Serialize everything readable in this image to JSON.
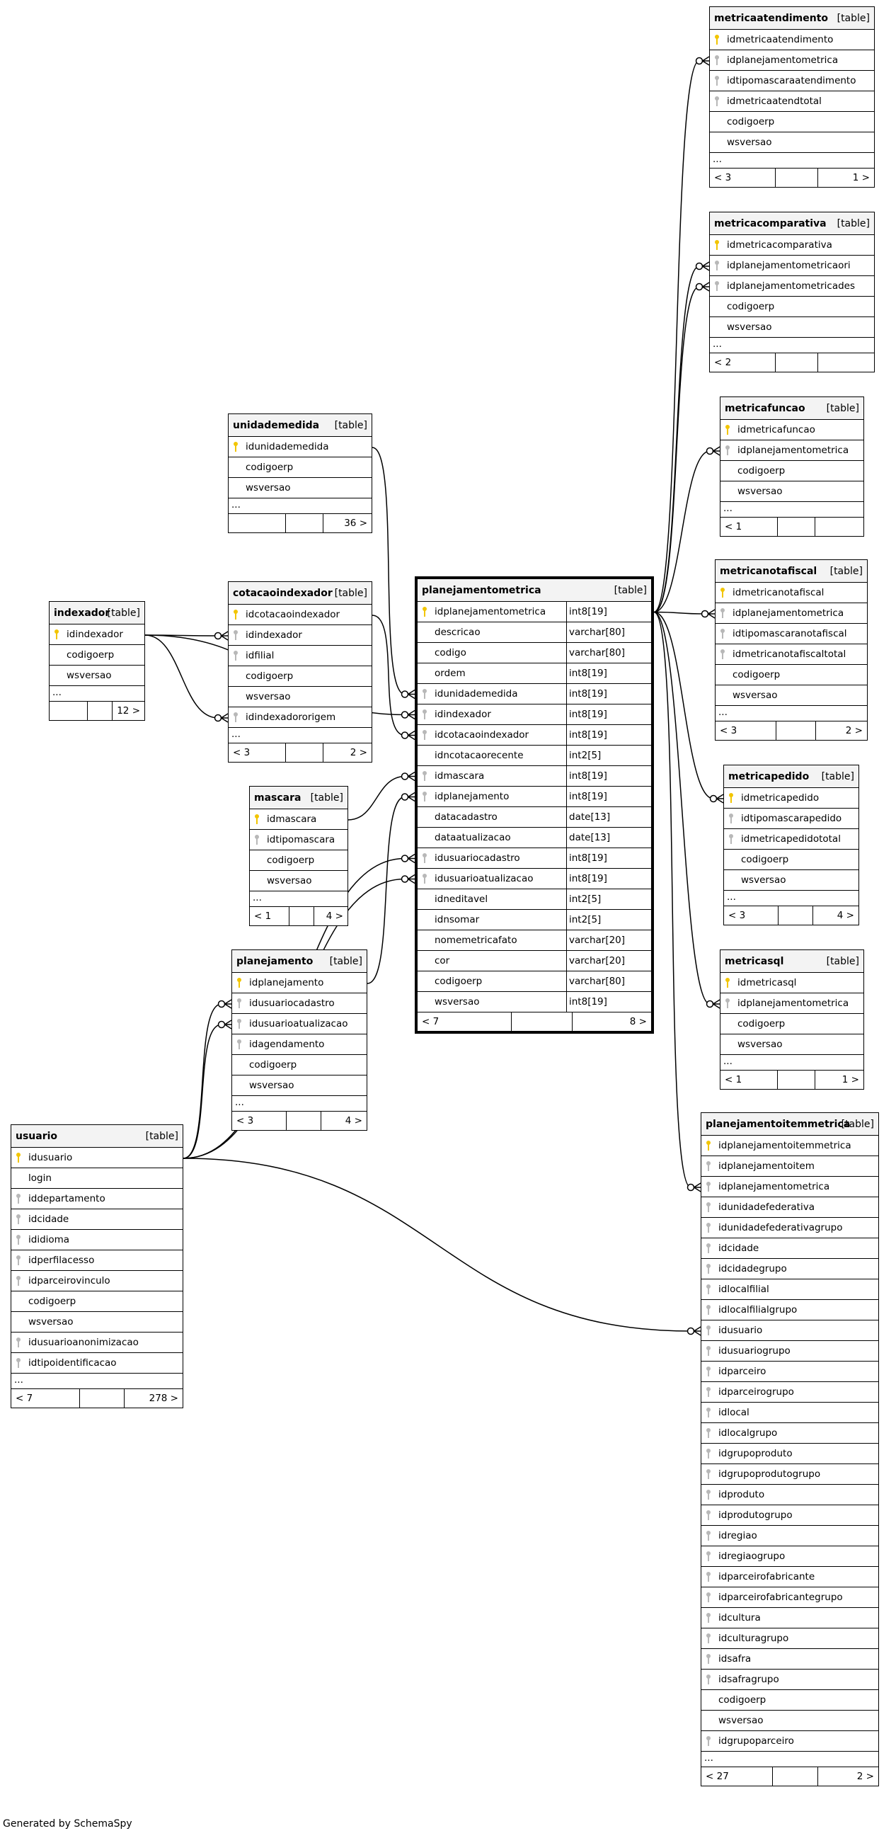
{
  "footer_text": "Generated by SchemaSpy",
  "colors": {
    "primary_key": "#f2c500",
    "foreign_key": "#b8b8b8",
    "header_bg": "#f3f3f3",
    "lines": "#000000"
  },
  "tables": [
    {
      "id": "metricaatendimento",
      "name": "metricaatendimento",
      "kind": "[table]",
      "columns": [
        {
          "name": "idmetricaatendimento",
          "key": "pk"
        },
        {
          "name": "idplanejamentometrica",
          "key": "fk"
        },
        {
          "name": "idtipomascaraatendimento",
          "key": "fk"
        },
        {
          "name": "idmetricaatendtotal",
          "key": "fk"
        },
        {
          "name": "codigoerp",
          "key": ""
        },
        {
          "name": "wsversao",
          "key": ""
        }
      ],
      "more": "...",
      "footer": [
        "< 3",
        "",
        "1 >"
      ]
    },
    {
      "id": "metricacomparativa",
      "name": "metricacomparativa",
      "kind": "[table]",
      "columns": [
        {
          "name": "idmetricacomparativa",
          "key": "pk"
        },
        {
          "name": "idplanejamentometricaori",
          "key": "fk"
        },
        {
          "name": "idplanejamentometricades",
          "key": "fk"
        },
        {
          "name": "codigoerp",
          "key": ""
        },
        {
          "name": "wsversao",
          "key": ""
        }
      ],
      "more": "...",
      "footer": [
        "< 2",
        "",
        ""
      ]
    },
    {
      "id": "metricafuncao",
      "name": "metricafuncao",
      "kind": "[table]",
      "columns": [
        {
          "name": "idmetricafuncao",
          "key": "pk"
        },
        {
          "name": "idplanejamentometrica",
          "key": "fk"
        },
        {
          "name": "codigoerp",
          "key": ""
        },
        {
          "name": "wsversao",
          "key": ""
        }
      ],
      "more": "...",
      "footer": [
        "< 1",
        "",
        ""
      ]
    },
    {
      "id": "metricanotafiscal",
      "name": "metricanotafiscal",
      "kind": "[table]",
      "columns": [
        {
          "name": "idmetricanotafiscal",
          "key": "pk"
        },
        {
          "name": "idplanejamentometrica",
          "key": "fk"
        },
        {
          "name": "idtipomascaranotafiscal",
          "key": "fk"
        },
        {
          "name": "idmetricanotafiscaltotal",
          "key": "fk"
        },
        {
          "name": "codigoerp",
          "key": ""
        },
        {
          "name": "wsversao",
          "key": ""
        }
      ],
      "more": "...",
      "footer": [
        "< 3",
        "",
        "2 >"
      ]
    },
    {
      "id": "metricapedido",
      "name": "metricapedido",
      "kind": "[table]",
      "columns": [
        {
          "name": "idmetricapedido",
          "key": "pk"
        },
        {
          "name": "idtipomascarapedido",
          "key": "fk"
        },
        {
          "name": "idmetricapedidototal",
          "key": "fk"
        },
        {
          "name": "codigoerp",
          "key": ""
        },
        {
          "name": "wsversao",
          "key": ""
        }
      ],
      "more": "...",
      "footer": [
        "< 3",
        "",
        "4 >"
      ]
    },
    {
      "id": "metricasql",
      "name": "metricasql",
      "kind": "[table]",
      "columns": [
        {
          "name": "idmetricasql",
          "key": "pk"
        },
        {
          "name": "idplanejamentometrica",
          "key": "fk"
        },
        {
          "name": "codigoerp",
          "key": ""
        },
        {
          "name": "wsversao",
          "key": ""
        }
      ],
      "more": "...",
      "footer": [
        "< 1",
        "",
        "1 >"
      ]
    },
    {
      "id": "planejamentoitemmetrica",
      "name": "planejamentoitemmetrica",
      "kind": "[table]",
      "columns": [
        {
          "name": "idplanejamentoitemmetrica",
          "key": "pk"
        },
        {
          "name": "idplanejamentoitem",
          "key": "fk"
        },
        {
          "name": "idplanejamentometrica",
          "key": "fk"
        },
        {
          "name": "idunidadefederativa",
          "key": "fk"
        },
        {
          "name": "idunidadefederativagrupo",
          "key": "fk"
        },
        {
          "name": "idcidade",
          "key": "fk"
        },
        {
          "name": "idcidadegrupo",
          "key": "fk"
        },
        {
          "name": "idlocalfilial",
          "key": "fk"
        },
        {
          "name": "idlocalfilialgrupo",
          "key": "fk"
        },
        {
          "name": "idusuario",
          "key": "fk"
        },
        {
          "name": "idusuariogrupo",
          "key": "fk"
        },
        {
          "name": "idparceiro",
          "key": "fk"
        },
        {
          "name": "idparceirogrupo",
          "key": "fk"
        },
        {
          "name": "idlocal",
          "key": "fk"
        },
        {
          "name": "idlocalgrupo",
          "key": "fk"
        },
        {
          "name": "idgrupoproduto",
          "key": "fk"
        },
        {
          "name": "idgrupoprodutogrupo",
          "key": "fk"
        },
        {
          "name": "idproduto",
          "key": "fk"
        },
        {
          "name": "idprodutogrupo",
          "key": "fk"
        },
        {
          "name": "idregiao",
          "key": "fk"
        },
        {
          "name": "idregiaogrupo",
          "key": "fk"
        },
        {
          "name": "idparceirofabricante",
          "key": "fk"
        },
        {
          "name": "idparceirofabricantegrupo",
          "key": "fk"
        },
        {
          "name": "idcultura",
          "key": "fk"
        },
        {
          "name": "idculturagrupo",
          "key": "fk"
        },
        {
          "name": "idsafra",
          "key": "fk"
        },
        {
          "name": "idsafragrupo",
          "key": "fk"
        },
        {
          "name": "codigoerp",
          "key": ""
        },
        {
          "name": "wsversao",
          "key": ""
        },
        {
          "name": "idgrupoparceiro",
          "key": "fk"
        }
      ],
      "more": "...",
      "footer": [
        "< 27",
        "",
        "2 >"
      ]
    },
    {
      "id": "unidademedida",
      "name": "unidademedida",
      "kind": "[table]",
      "columns": [
        {
          "name": "idunidademedida",
          "key": "pk"
        },
        {
          "name": "codigoerp",
          "key": ""
        },
        {
          "name": "wsversao",
          "key": ""
        }
      ],
      "more": "...",
      "footer": [
        "",
        "",
        "36 >"
      ]
    },
    {
      "id": "cotacaoindexador",
      "name": "cotacaoindexador",
      "kind": "[table]",
      "columns": [
        {
          "name": "idcotacaoindexador",
          "key": "pk"
        },
        {
          "name": "idindexador",
          "key": "fk"
        },
        {
          "name": "idfilial",
          "key": "fk"
        },
        {
          "name": "codigoerp",
          "key": ""
        },
        {
          "name": "wsversao",
          "key": ""
        },
        {
          "name": "idindexadororigem",
          "key": "fk"
        }
      ],
      "more": "...",
      "footer": [
        "< 3",
        "",
        "2 >"
      ]
    },
    {
      "id": "indexador",
      "name": "indexador",
      "kind": "[table]",
      "columns": [
        {
          "name": "idindexador",
          "key": "pk"
        },
        {
          "name": "codigoerp",
          "key": ""
        },
        {
          "name": "wsversao",
          "key": ""
        }
      ],
      "more": "...",
      "footer": [
        "",
        "",
        "12 >"
      ]
    },
    {
      "id": "mascara",
      "name": "mascara",
      "kind": "[table]",
      "columns": [
        {
          "name": "idmascara",
          "key": "pk"
        },
        {
          "name": "idtipomascara",
          "key": "fk"
        },
        {
          "name": "codigoerp",
          "key": ""
        },
        {
          "name": "wsversao",
          "key": ""
        }
      ],
      "more": "...",
      "footer": [
        "< 1",
        "",
        "4 >"
      ]
    },
    {
      "id": "planejamento",
      "name": "planejamento",
      "kind": "[table]",
      "columns": [
        {
          "name": "idplanejamento",
          "key": "pk"
        },
        {
          "name": "idusuariocadastro",
          "key": "fk"
        },
        {
          "name": "idusuarioatualizacao",
          "key": "fk"
        },
        {
          "name": "idagendamento",
          "key": "fk"
        },
        {
          "name": "codigoerp",
          "key": ""
        },
        {
          "name": "wsversao",
          "key": ""
        }
      ],
      "more": "...",
      "footer": [
        "< 3",
        "",
        "4 >"
      ]
    },
    {
      "id": "usuario",
      "name": "usuario",
      "kind": "[table]",
      "columns": [
        {
          "name": "idusuario",
          "key": "pk"
        },
        {
          "name": "login",
          "key": ""
        },
        {
          "name": "iddepartamento",
          "key": "fk"
        },
        {
          "name": "idcidade",
          "key": "fk"
        },
        {
          "name": "ididioma",
          "key": "fk"
        },
        {
          "name": "idperfilacesso",
          "key": "fk"
        },
        {
          "name": "idparceirovinculo",
          "key": "fk"
        },
        {
          "name": "codigoerp",
          "key": ""
        },
        {
          "name": "wsversao",
          "key": ""
        },
        {
          "name": "idusuarioanonimizacao",
          "key": "fk"
        },
        {
          "name": "idtipoidentificacao",
          "key": "fk"
        }
      ],
      "more": "...",
      "footer": [
        "< 7",
        "",
        "278 >"
      ]
    },
    {
      "id": "planejamentometrica",
      "name": "planejamentometrica",
      "kind": "[table]",
      "focus": true,
      "columns": [
        {
          "name": "idplanejamentometrica",
          "key": "pk",
          "type": "int8[19]"
        },
        {
          "name": "descricao",
          "key": "",
          "type": "varchar[80]"
        },
        {
          "name": "codigo",
          "key": "",
          "type": "varchar[80]"
        },
        {
          "name": "ordem",
          "key": "",
          "type": "int8[19]"
        },
        {
          "name": "idunidademedida",
          "key": "fk",
          "type": "int8[19]"
        },
        {
          "name": "idindexador",
          "key": "fk",
          "type": "int8[19]"
        },
        {
          "name": "idcotacaoindexador",
          "key": "fk",
          "type": "int8[19]"
        },
        {
          "name": "idncotacaorecente",
          "key": "",
          "type": "int2[5]"
        },
        {
          "name": "idmascara",
          "key": "fk",
          "type": "int8[19]"
        },
        {
          "name": "idplanejamento",
          "key": "fk",
          "type": "int8[19]"
        },
        {
          "name": "datacadastro",
          "key": "",
          "type": "date[13]"
        },
        {
          "name": "dataatualizacao",
          "key": "",
          "type": "date[13]"
        },
        {
          "name": "idusuariocadastro",
          "key": "fk",
          "type": "int8[19]"
        },
        {
          "name": "idusuarioatualizacao",
          "key": "fk",
          "type": "int8[19]"
        },
        {
          "name": "idneditavel",
          "key": "",
          "type": "int2[5]"
        },
        {
          "name": "idnsomar",
          "key": "",
          "type": "int2[5]"
        },
        {
          "name": "nomemetricafato",
          "key": "",
          "type": "varchar[20]"
        },
        {
          "name": "cor",
          "key": "",
          "type": "varchar[20]"
        },
        {
          "name": "codigoerp",
          "key": "",
          "type": "varchar[80]"
        },
        {
          "name": "wsversao",
          "key": "",
          "type": "int8[19]"
        }
      ],
      "more": "",
      "footer": [
        "< 7",
        "",
        "8 >"
      ]
    }
  ],
  "relationships": [
    {
      "from": "planejamentometrica",
      "to": "metricaatendimento",
      "to_col": "idplanejamentometrica"
    },
    {
      "from": "planejamentometrica",
      "to": "metricacomparativa",
      "to_col": "idplanejamentometricaori"
    },
    {
      "from": "planejamentometrica",
      "to": "metricacomparativa",
      "to_col": "idplanejamentometricades"
    },
    {
      "from": "planejamentometrica",
      "to": "metricafuncao",
      "to_col": "idplanejamentometrica"
    },
    {
      "from": "planejamentometrica",
      "to": "metricanotafiscal",
      "to_col": "idplanejamentometrica"
    },
    {
      "from": "planejamentometrica",
      "to": "metricapedido",
      "to_col": "idmetricapedido"
    },
    {
      "from": "planejamentometrica",
      "to": "metricasql",
      "to_col": "idplanejamentometrica"
    },
    {
      "from": "planejamentometrica",
      "to": "planejamentoitemmetrica",
      "to_col": "idplanejamentometrica"
    },
    {
      "from": "unidademedida",
      "to": "planejamentometrica",
      "to_col": "idunidademedida"
    },
    {
      "from": "indexador",
      "to": "planejamentometrica",
      "to_col": "idindexador"
    },
    {
      "from": "indexador",
      "to": "cotacaoindexador",
      "to_col": "idindexador"
    },
    {
      "from": "indexador",
      "to": "cotacaoindexador",
      "to_col": "idindexadororigem"
    },
    {
      "from": "cotacaoindexador",
      "to": "planejamentometrica",
      "to_col": "idcotacaoindexador"
    },
    {
      "from": "mascara",
      "to": "planejamentometrica",
      "to_col": "idmascara"
    },
    {
      "from": "planejamento",
      "to": "planejamentometrica",
      "to_col": "idplanejamento"
    },
    {
      "from": "usuario",
      "to": "planejamentometrica",
      "to_col": "idusuariocadastro"
    },
    {
      "from": "usuario",
      "to": "planejamentometrica",
      "to_col": "idusuarioatualizacao"
    },
    {
      "from": "usuario",
      "to": "planejamento",
      "to_col": "idusuariocadastro"
    },
    {
      "from": "usuario",
      "to": "planejamento",
      "to_col": "idusuarioatualizacao"
    },
    {
      "from": "usuario",
      "to": "planejamentoitemmetrica",
      "to_col": "idusuario"
    }
  ]
}
